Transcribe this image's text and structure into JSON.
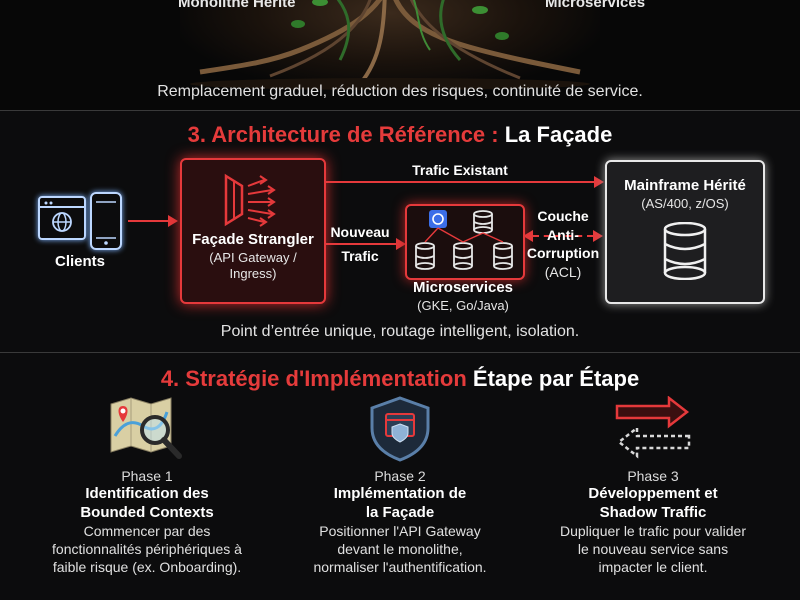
{
  "top": {
    "left_label": "Monolithe Hérité",
    "right_label": "Microservices",
    "caption": "Remplacement graduel, réduction des risques, continuité de service."
  },
  "section3": {
    "title_red": "3. Architecture de Référence :",
    "title_white": "La Façade",
    "clients_label": "Clients",
    "facade_title": "Façade Strangler",
    "facade_sub": "(API Gateway / Ingress)",
    "existing_traffic": "Trafic Existant",
    "new_traffic_1": "Nouveau",
    "new_traffic_2": "Trafic",
    "micro_title": "Microservices",
    "micro_sub": "(GKE, Go/Java)",
    "acl_1": "Couche",
    "acl_2": "Anti-",
    "acl_3": "Corruption",
    "acl_4": "(ACL)",
    "mainframe_title": "Mainframe Hérité",
    "mainframe_sub": "(AS/400, z/OS)",
    "caption": "Point d’entrée unique, routage intelligent, isolation."
  },
  "section4": {
    "title_red": "4. Stratégie d'Implémentation",
    "title_white": "Étape par Étape",
    "phases": [
      {
        "icon": "map-search-icon",
        "num": "Phase 1",
        "title_1": "Identification des",
        "title_2": "Bounded Contexts",
        "desc_1": "Commencer par des",
        "desc_2": "fonctionnalités périphériques à",
        "desc_3": "faible risque (ex. Onboarding)."
      },
      {
        "icon": "shield-browser-icon",
        "num": "Phase 2",
        "title_1": "Implémentation de",
        "title_2": "la Façade",
        "desc_1": "Positionner l'API Gateway",
        "desc_2": "devant le monolithe,",
        "desc_3": "normaliser l'authentification."
      },
      {
        "icon": "bidirectional-arrows-icon",
        "num": "Phase 3",
        "title_1": "Développement et",
        "title_2": "Shadow Traffic",
        "desc_1": "Dupliquer le trafic pour valider",
        "desc_2": "le nouveau service sans",
        "desc_3": "impacter le client."
      }
    ]
  },
  "colors": {
    "accent_red": "#e53b3b",
    "background": "#0c0c0d",
    "glow_blue": "#7fb4ff"
  }
}
